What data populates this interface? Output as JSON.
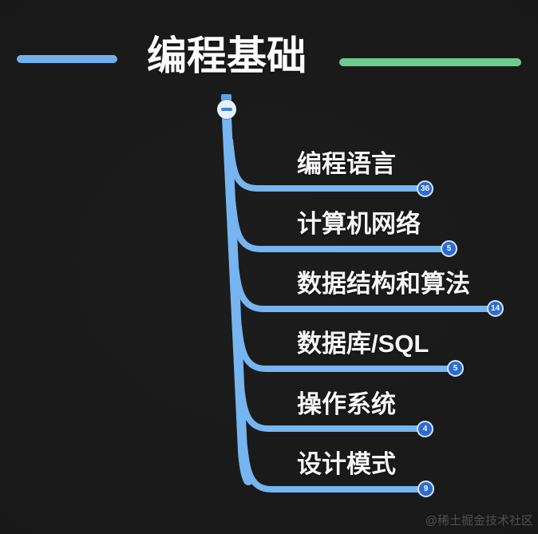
{
  "header": {
    "title": "编程基础",
    "left_line_color": "#6fb1ec",
    "right_line_color": "#6ecb8f"
  },
  "mindmap": {
    "branch_color": "#76b5ef",
    "badge_fill_color": "#2e6bd0",
    "badge_ring_color": "#cfe4f8",
    "root_toggle_icon": "minus-icon",
    "branches": [
      {
        "label": "编程语言",
        "count": "36"
      },
      {
        "label": "计算机网络",
        "count": "5"
      },
      {
        "label": "数据结构和算法",
        "count": "14"
      },
      {
        "label": "数据库/SQL",
        "count": "5"
      },
      {
        "label": "操作系统",
        "count": "4"
      },
      {
        "label": "设计模式",
        "count": "9"
      }
    ]
  },
  "footer": {
    "watermark": "@稀土掘金技术社区"
  }
}
